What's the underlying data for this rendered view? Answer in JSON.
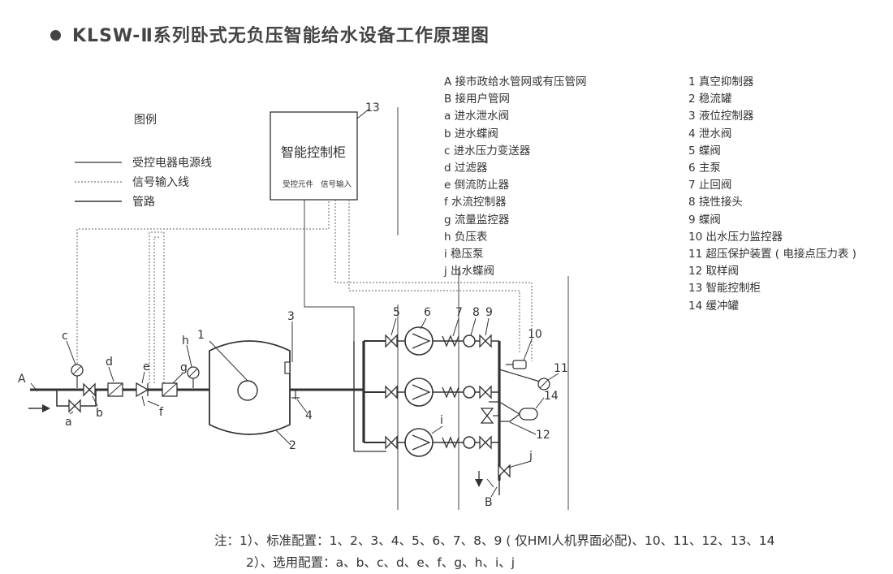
{
  "title": "KLSW-Ⅱ系列卧式无负压智能给水设备工作原理图",
  "legend": {
    "heading": "图例",
    "items": [
      "受控电器电源线",
      "信号输入线",
      "管路"
    ]
  },
  "cabinet": {
    "title": "智能控制柜",
    "left_label": "受控元件",
    "right_label": "信号输入"
  },
  "letters_list": [
    "A 接市政给水管网或有压管网",
    "B 接用户管网",
    "a 进水泄水阀",
    "b 进水蝶阀",
    "c 进水压力变送器",
    "d 过滤器",
    "e 倒流防止器",
    "f  水流控制器",
    "g 流量监控器",
    "h 负压表",
    "i 稳压泵",
    "j 出水蝶阀"
  ],
  "numbers_list": [
    "1 真空抑制器",
    "2 稳流罐",
    "3 液位控制器",
    "4 泄水阀",
    "5 蝶阀",
    "6 主泵",
    "7 止回阀",
    "8 挠性接头",
    "9 蝶阀",
    "10 出水压力监控器",
    "11 超压保护装置 ( 电接点压力表 )",
    "12 取样阀",
    "13 智能控制柜",
    "14 缓冲罐"
  ],
  "callouts": {
    "n1": "1",
    "n2": "2",
    "n3": "3",
    "n4": "4",
    "n5": "5",
    "n6": "6",
    "n7": "7",
    "n8": "8",
    "n9": "9",
    "n10": "10",
    "n11": "11",
    "n12": "12",
    "n13": "13",
    "n14": "14",
    "A": "A",
    "B": "B",
    "a": "a",
    "b": "b",
    "c": "c",
    "d": "d",
    "e": "e",
    "f": "f",
    "g": "g",
    "h": "h",
    "i": "i",
    "j": "j"
  },
  "notes": [
    "注：1）、标准配置：1、2、3、4、5、6、7、8、9 ( 仅HMI人机界面必配)、10、11、12、13、14",
    "2）、选用配置：a、b、c、d、e、f、g、h、i、j"
  ]
}
